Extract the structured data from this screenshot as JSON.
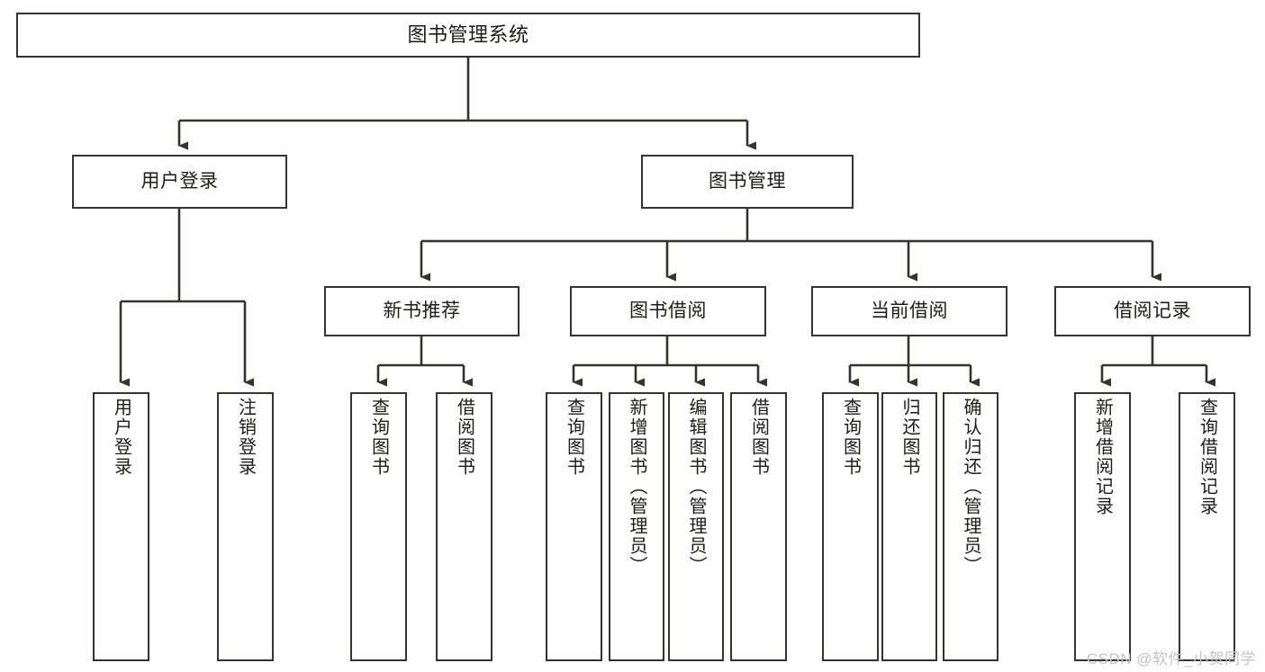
{
  "diagram": {
    "type": "tree",
    "title": "图书管理系统",
    "watermark": "CSDN @软件_小贺同学",
    "colors": {
      "stroke": "#33332f",
      "text": "#1c1c1a",
      "background": "#ffffff",
      "watermark": "#c3c3c3"
    },
    "nodes": {
      "root": {
        "label": "图书管理系统"
      },
      "level1": [
        {
          "id": "user-login",
          "label": "用户登录"
        },
        {
          "id": "book-management",
          "label": "图书管理"
        }
      ],
      "level2": [
        {
          "id": "new-book-recommend",
          "label": "新书推荐",
          "parent": "book-management"
        },
        {
          "id": "book-borrow",
          "label": "图书借阅",
          "parent": "book-management"
        },
        {
          "id": "current-borrow",
          "label": "当前借阅",
          "parent": "book-management"
        },
        {
          "id": "borrow-record",
          "label": "借阅记录",
          "parent": "book-management"
        }
      ],
      "leaves": [
        {
          "id": "leaf-user-login",
          "label": "用户登录",
          "parent": "user-login"
        },
        {
          "id": "leaf-logout-login",
          "label": "注销登录",
          "parent": "user-login"
        },
        {
          "id": "leaf-query-book-1",
          "label": "查询图书",
          "parent": "new-book-recommend"
        },
        {
          "id": "leaf-borrow-book-1",
          "label": "借阅图书",
          "parent": "new-book-recommend"
        },
        {
          "id": "leaf-query-book-2",
          "label": "查询图书",
          "parent": "book-borrow"
        },
        {
          "id": "leaf-add-book",
          "label": "新增图书（管理员）",
          "parent": "book-borrow"
        },
        {
          "id": "leaf-edit-book",
          "label": "编辑图书（管理员）",
          "parent": "book-borrow"
        },
        {
          "id": "leaf-borrow-book-2",
          "label": "借阅图书",
          "parent": "book-borrow"
        },
        {
          "id": "leaf-query-book-3",
          "label": "查询图书",
          "parent": "current-borrow"
        },
        {
          "id": "leaf-return-book",
          "label": "归还图书",
          "parent": "current-borrow"
        },
        {
          "id": "leaf-confirm-return",
          "label": "确认归还（管理员）",
          "parent": "current-borrow"
        },
        {
          "id": "leaf-add-record",
          "label": "新增借阅记录",
          "parent": "borrow-record"
        },
        {
          "id": "leaf-query-record",
          "label": "查询借阅记录",
          "parent": "borrow-record"
        }
      ]
    }
  }
}
